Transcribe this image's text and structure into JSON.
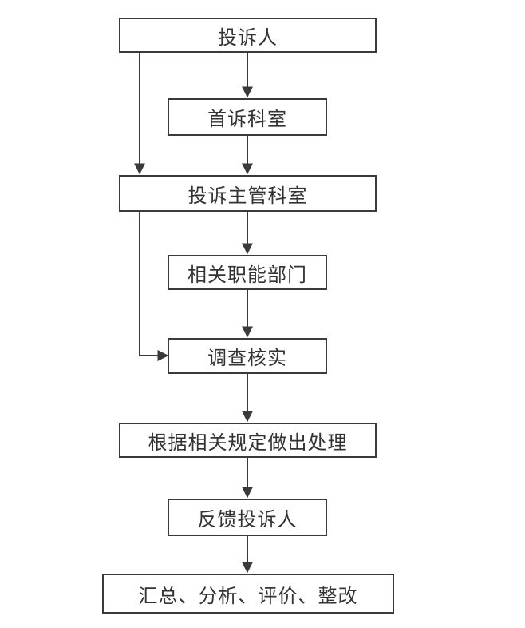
{
  "flowchart": {
    "nodes": {
      "complainant": "投诉人",
      "first_department": "首诉科室",
      "supervising_department": "投诉主管科室",
      "related_departments": "相关职能部门",
      "investigation": "调查核实",
      "handling": "根据相关规定做出处理",
      "feedback": "反馈投诉人",
      "summary": "汇总、分析、评价、整改"
    }
  },
  "colors": {
    "line": "#3a3a3a",
    "text": "#333333",
    "background": "#ffffff"
  }
}
